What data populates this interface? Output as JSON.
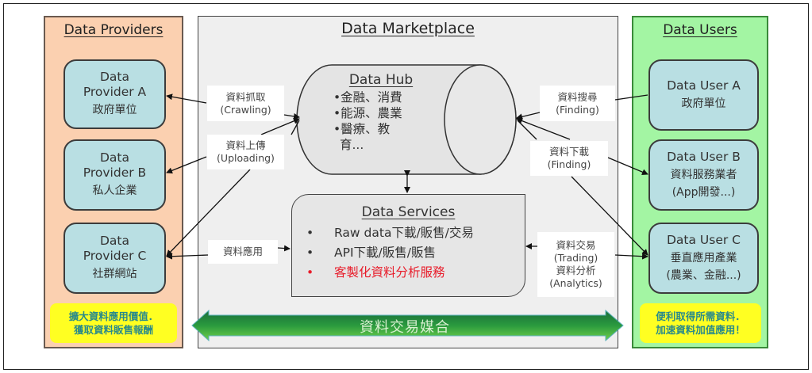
{
  "providers": {
    "title": "Data Providers",
    "items": [
      {
        "en_line1": "Data",
        "en_line2": "Provider A",
        "zh": "政府單位"
      },
      {
        "en_line1": "Data",
        "en_line2": "Provider B",
        "zh": "私人企業"
      },
      {
        "en_line1": "Data",
        "en_line2": "Provider C",
        "zh": "社群網站"
      }
    ],
    "note_line1": "擴大資料應用價值．",
    "note_line2": "獲取資料販售報酬"
  },
  "marketplace": {
    "title": "Data Marketplace",
    "hub": {
      "title": "Data Hub",
      "items": [
        "•金融、消費",
        "•能源、農業",
        "•醫療、教",
        "  育..."
      ]
    },
    "services": {
      "title": "Data Services",
      "items": [
        {
          "bullet": "•",
          "text": "Raw data下載/販售/交易",
          "highlight": false
        },
        {
          "bullet": "•",
          "text": "API下載/販售/販售",
          "highlight": false
        },
        {
          "bullet": "•",
          "text": "客製化資料分析服務",
          "highlight": true
        }
      ]
    },
    "banner": "資料交易媒合",
    "left_labels": [
      {
        "zh": "資料抓取",
        "en": "(Crawling)"
      },
      {
        "zh": "資料上傳",
        "en": "(Uploading)"
      },
      {
        "zh": "資料應用",
        "en": ""
      }
    ],
    "right_labels": [
      {
        "zh": "資料搜尋",
        "en": "(Finding)"
      },
      {
        "zh": "資料下載",
        "en": "(Finding)"
      },
      {
        "zh": "資料交易",
        "en": "(Trading)",
        "zh2": "資料分析",
        "en2": "(Analytics)"
      }
    ]
  },
  "users": {
    "title": "Data Users",
    "items": [
      {
        "en": "Data User A",
        "zh": "政府單位",
        "zh2": ""
      },
      {
        "en": "Data User B",
        "zh": "資料服務業者",
        "zh2": "(App開發...)"
      },
      {
        "en": "Data User C",
        "zh": "垂直應用產業",
        "zh2": "(農業、金融...)"
      }
    ],
    "note_line1": "便利取得所需資料．",
    "note_line2": "加速資料加值應用！"
  },
  "colors": {
    "providers_bg": "#fbd0b0",
    "users_bg": "#a3f5a3",
    "marketplace_bg": "#efefef",
    "entity_bg": "#b9dfe3",
    "note_bg": "#ffff22",
    "note_text": "#2a8a8a",
    "highlight_text": "#e81c2a",
    "banner_green": "#1e8a3a"
  }
}
